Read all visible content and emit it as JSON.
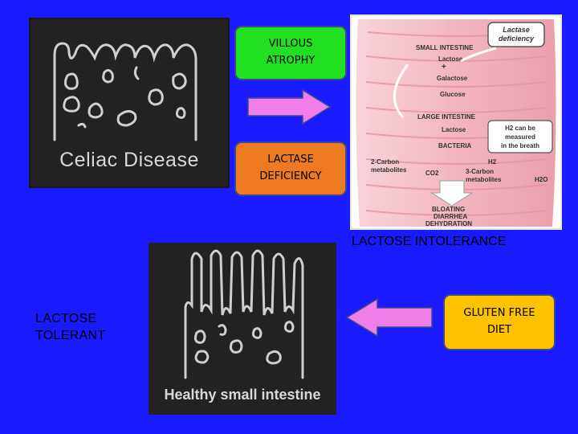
{
  "celiac_panel": {
    "caption": "Celiac Disease"
  },
  "healthy_panel": {
    "caption": "Healthy small intestine"
  },
  "boxes": {
    "villous_atrophy": [
      "VILLOUS",
      "ATROPHY"
    ],
    "lactase_deficiency": [
      "LACTASE",
      "DEFICIENCY"
    ],
    "gluten_free_diet": [
      "GLUTEN FREE",
      "DIET"
    ]
  },
  "labels": {
    "lactose_intolerance": "LACTOSE INTOLERANCE",
    "lactose_tolerant": [
      "LACTOSE",
      "TOLERANT"
    ]
  },
  "digestion_diagram": {
    "lactase_deficiency": [
      "Lactase",
      "deficiency"
    ],
    "small_intestine": "SMALL INTESTINE",
    "lactose": "Lactose",
    "galactose": "Galactose",
    "glucose": "Glucose",
    "large_intestine": "LARGE INTESTINE",
    "h2_note": [
      "H2 can be",
      "measured",
      "in the breath"
    ],
    "bacteria": "BACTERIA",
    "two_carbon": [
      "2-Carbon",
      "metabolites"
    ],
    "co2": "CO2",
    "three_carbon": [
      "3-Carbon",
      "metabolites"
    ],
    "h2": "H2",
    "h2o": "H2O",
    "outcomes": [
      "BLOATING",
      "DIARRHEA",
      "DEHYDRATION"
    ]
  },
  "colors": {
    "background": "#1a1aff",
    "villous_box": "#21e021",
    "lactase_box": "#ee7a22",
    "gluten_box": "#ffc200",
    "arrow": "#f07ee8",
    "intestine_pink": "#f2b6c0"
  }
}
